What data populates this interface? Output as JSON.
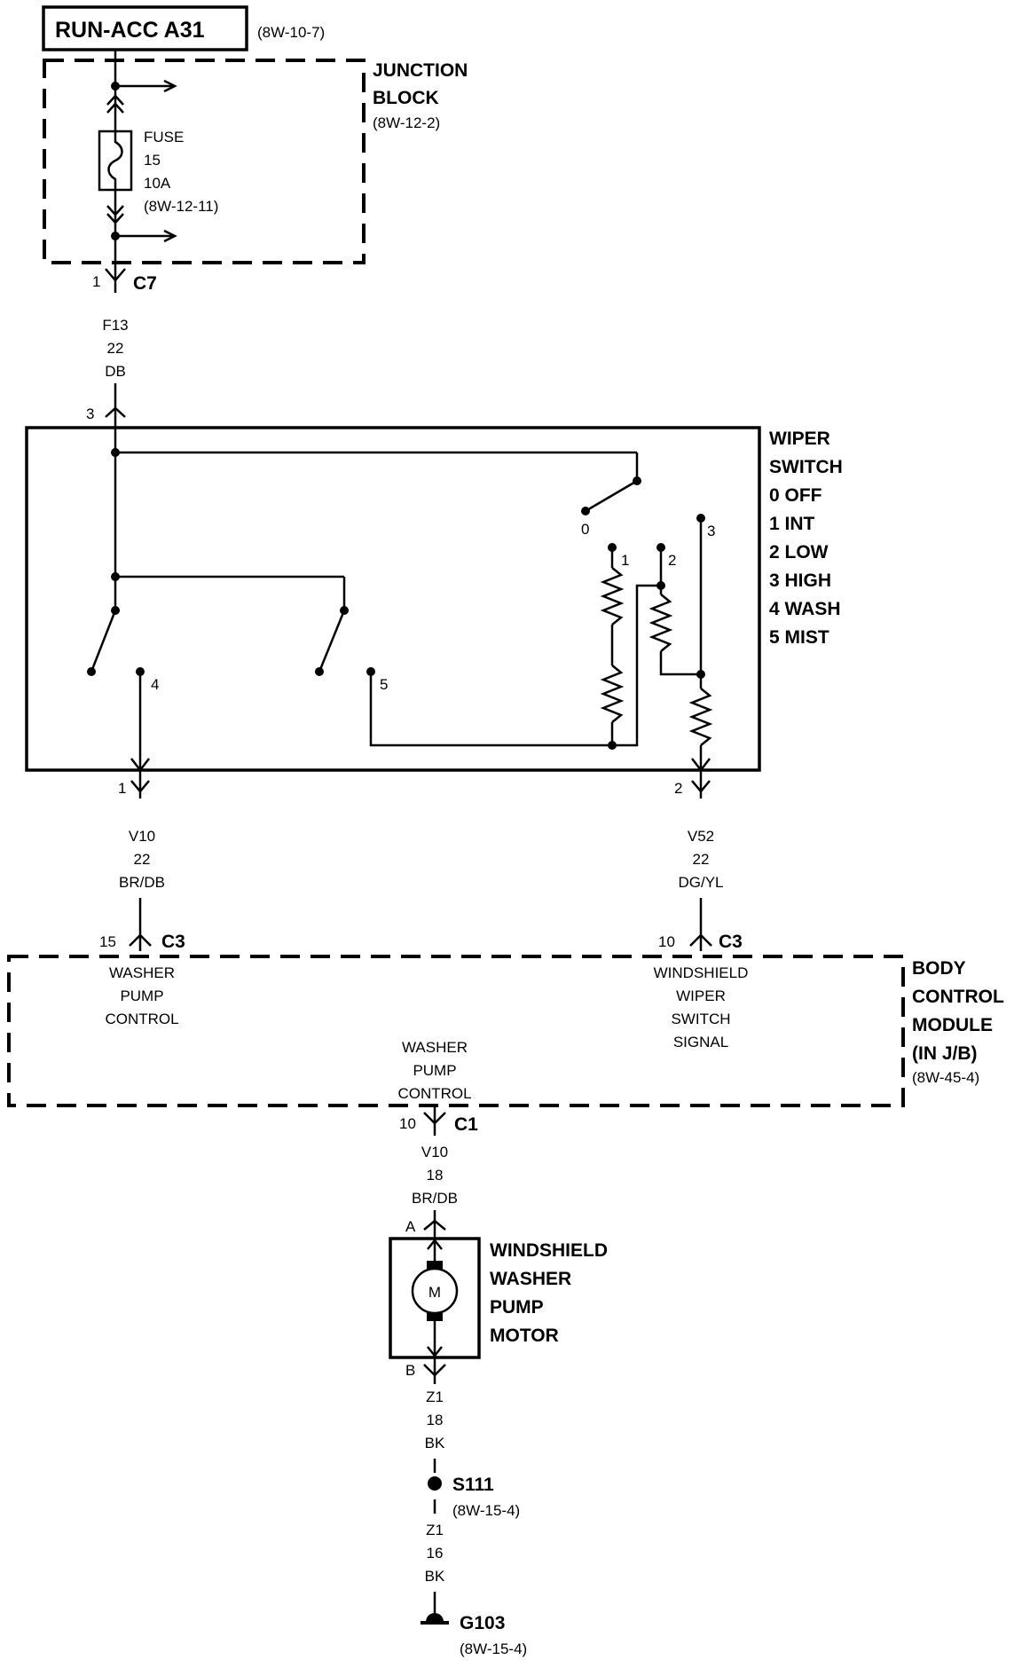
{
  "power": {
    "title": "RUN-ACC A31",
    "ref": "(8W-10-7)"
  },
  "junction_block": {
    "line1": "JUNCTION",
    "line2": "BLOCK",
    "ref": "(8W-12-2)"
  },
  "fuse": {
    "label": "FUSE",
    "number": "15",
    "rating": "10A",
    "ref": "(8W-12-11)"
  },
  "c7": {
    "pin": "1",
    "name": "C7"
  },
  "wire_f13": {
    "circuit": "F13",
    "gauge": "22",
    "color": "DB"
  },
  "wiper_switch": {
    "title": [
      "WIPER",
      "SWITCH"
    ],
    "positions": [
      "0 OFF",
      "1 INT",
      "2 LOW",
      "3 HIGH",
      "4 WASH",
      "5 MIST"
    ],
    "pin_in": "3",
    "pin_out_left": "1",
    "pin_out_right": "2",
    "contacts": {
      "c0": "0",
      "c1": "1",
      "c2": "2",
      "c3": "3",
      "c4": "4",
      "c5": "5"
    }
  },
  "wire_v10_a": {
    "circuit": "V10",
    "gauge": "22",
    "color": "BR/DB"
  },
  "wire_v52": {
    "circuit": "V52",
    "gauge": "22",
    "color": "DG/YL"
  },
  "c3_left": {
    "pin": "15",
    "name": "C3"
  },
  "c3_right": {
    "pin": "10",
    "name": "C3"
  },
  "bcm": {
    "title": [
      "BODY",
      "CONTROL",
      "MODULE",
      "(IN J/B)"
    ],
    "ref": "(8W-45-4)",
    "in_left": [
      "WASHER",
      "PUMP",
      "CONTROL"
    ],
    "in_right": [
      "WINDSHIELD",
      "WIPER",
      "SWITCH",
      "SIGNAL"
    ],
    "out": [
      "WASHER",
      "PUMP",
      "CONTROL"
    ]
  },
  "c1": {
    "pin": "10",
    "name": "C1"
  },
  "wire_v10_b": {
    "circuit": "V10",
    "gauge": "18",
    "color": "BR/DB"
  },
  "motor": {
    "pin_a": "A",
    "pin_b": "B",
    "symbol": "M",
    "title": [
      "WINDSHIELD",
      "WASHER",
      "PUMP",
      "MOTOR"
    ]
  },
  "wire_z1_a": {
    "circuit": "Z1",
    "gauge": "18",
    "color": "BK"
  },
  "splice": {
    "name": "S111",
    "ref": "(8W-15-4)"
  },
  "wire_z1_b": {
    "circuit": "Z1",
    "gauge": "16",
    "color": "BK"
  },
  "ground": {
    "name": "G103",
    "ref": "(8W-15-4)"
  }
}
